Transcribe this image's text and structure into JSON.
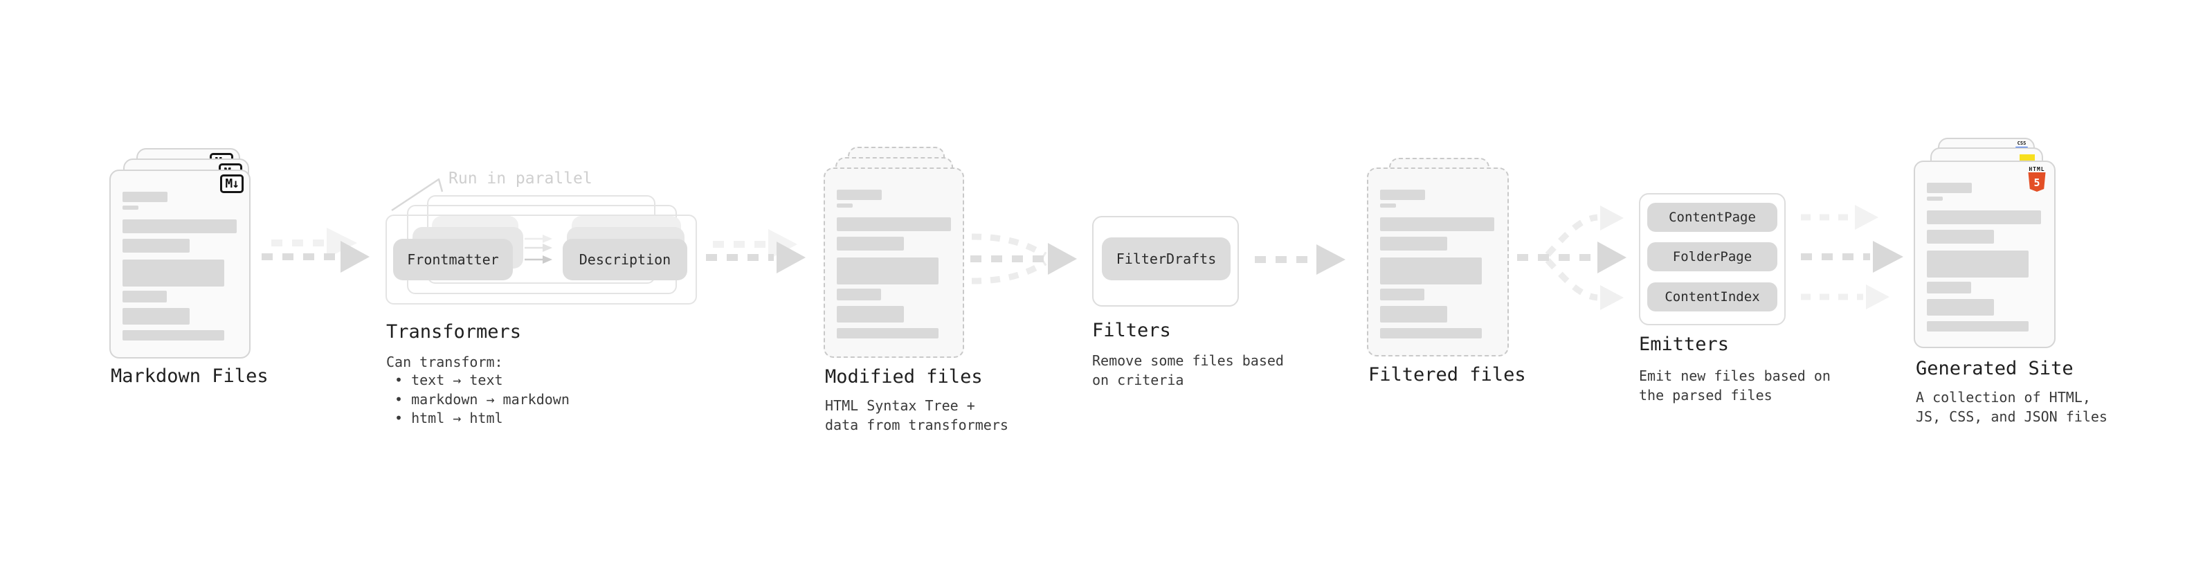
{
  "stages": {
    "markdown": {
      "label": "Markdown Files",
      "badge": "M↓"
    },
    "transformers": {
      "label": "Transformers",
      "annotation": "Run in parallel",
      "pill_left": "Frontmatter",
      "pill_right": "Description",
      "desc_title": "Can transform:",
      "bullets": "• text → text\n• markdown → markdown\n• html → html"
    },
    "modified": {
      "label": "Modified files",
      "desc": "HTML Syntax Tree +\ndata from transformers"
    },
    "filters": {
      "label": "Filters",
      "pill": "FilterDrafts",
      "desc": "Remove some files based\non criteria"
    },
    "filtered": {
      "label": "Filtered files"
    },
    "emitters": {
      "label": "Emitters",
      "pills": [
        "ContentPage",
        "FolderPage",
        "ContentIndex"
      ],
      "desc": "Emit new files based on\nthe parsed files"
    },
    "generated": {
      "label": "Generated Site",
      "desc": "A collection of HTML,\nJS, CSS, and JSON files",
      "badge_html5_word": "HTML",
      "badge_html5_number": "5",
      "badge_css_word": "CSS"
    }
  },
  "colors": {
    "html5_orange": "#E34F26",
    "js_yellow": "#F7DF1E",
    "css_blue": "#2965F1",
    "skeleton_bar_gray": "#D9D9D9",
    "arrow_gray": "#DCDCDC"
  }
}
